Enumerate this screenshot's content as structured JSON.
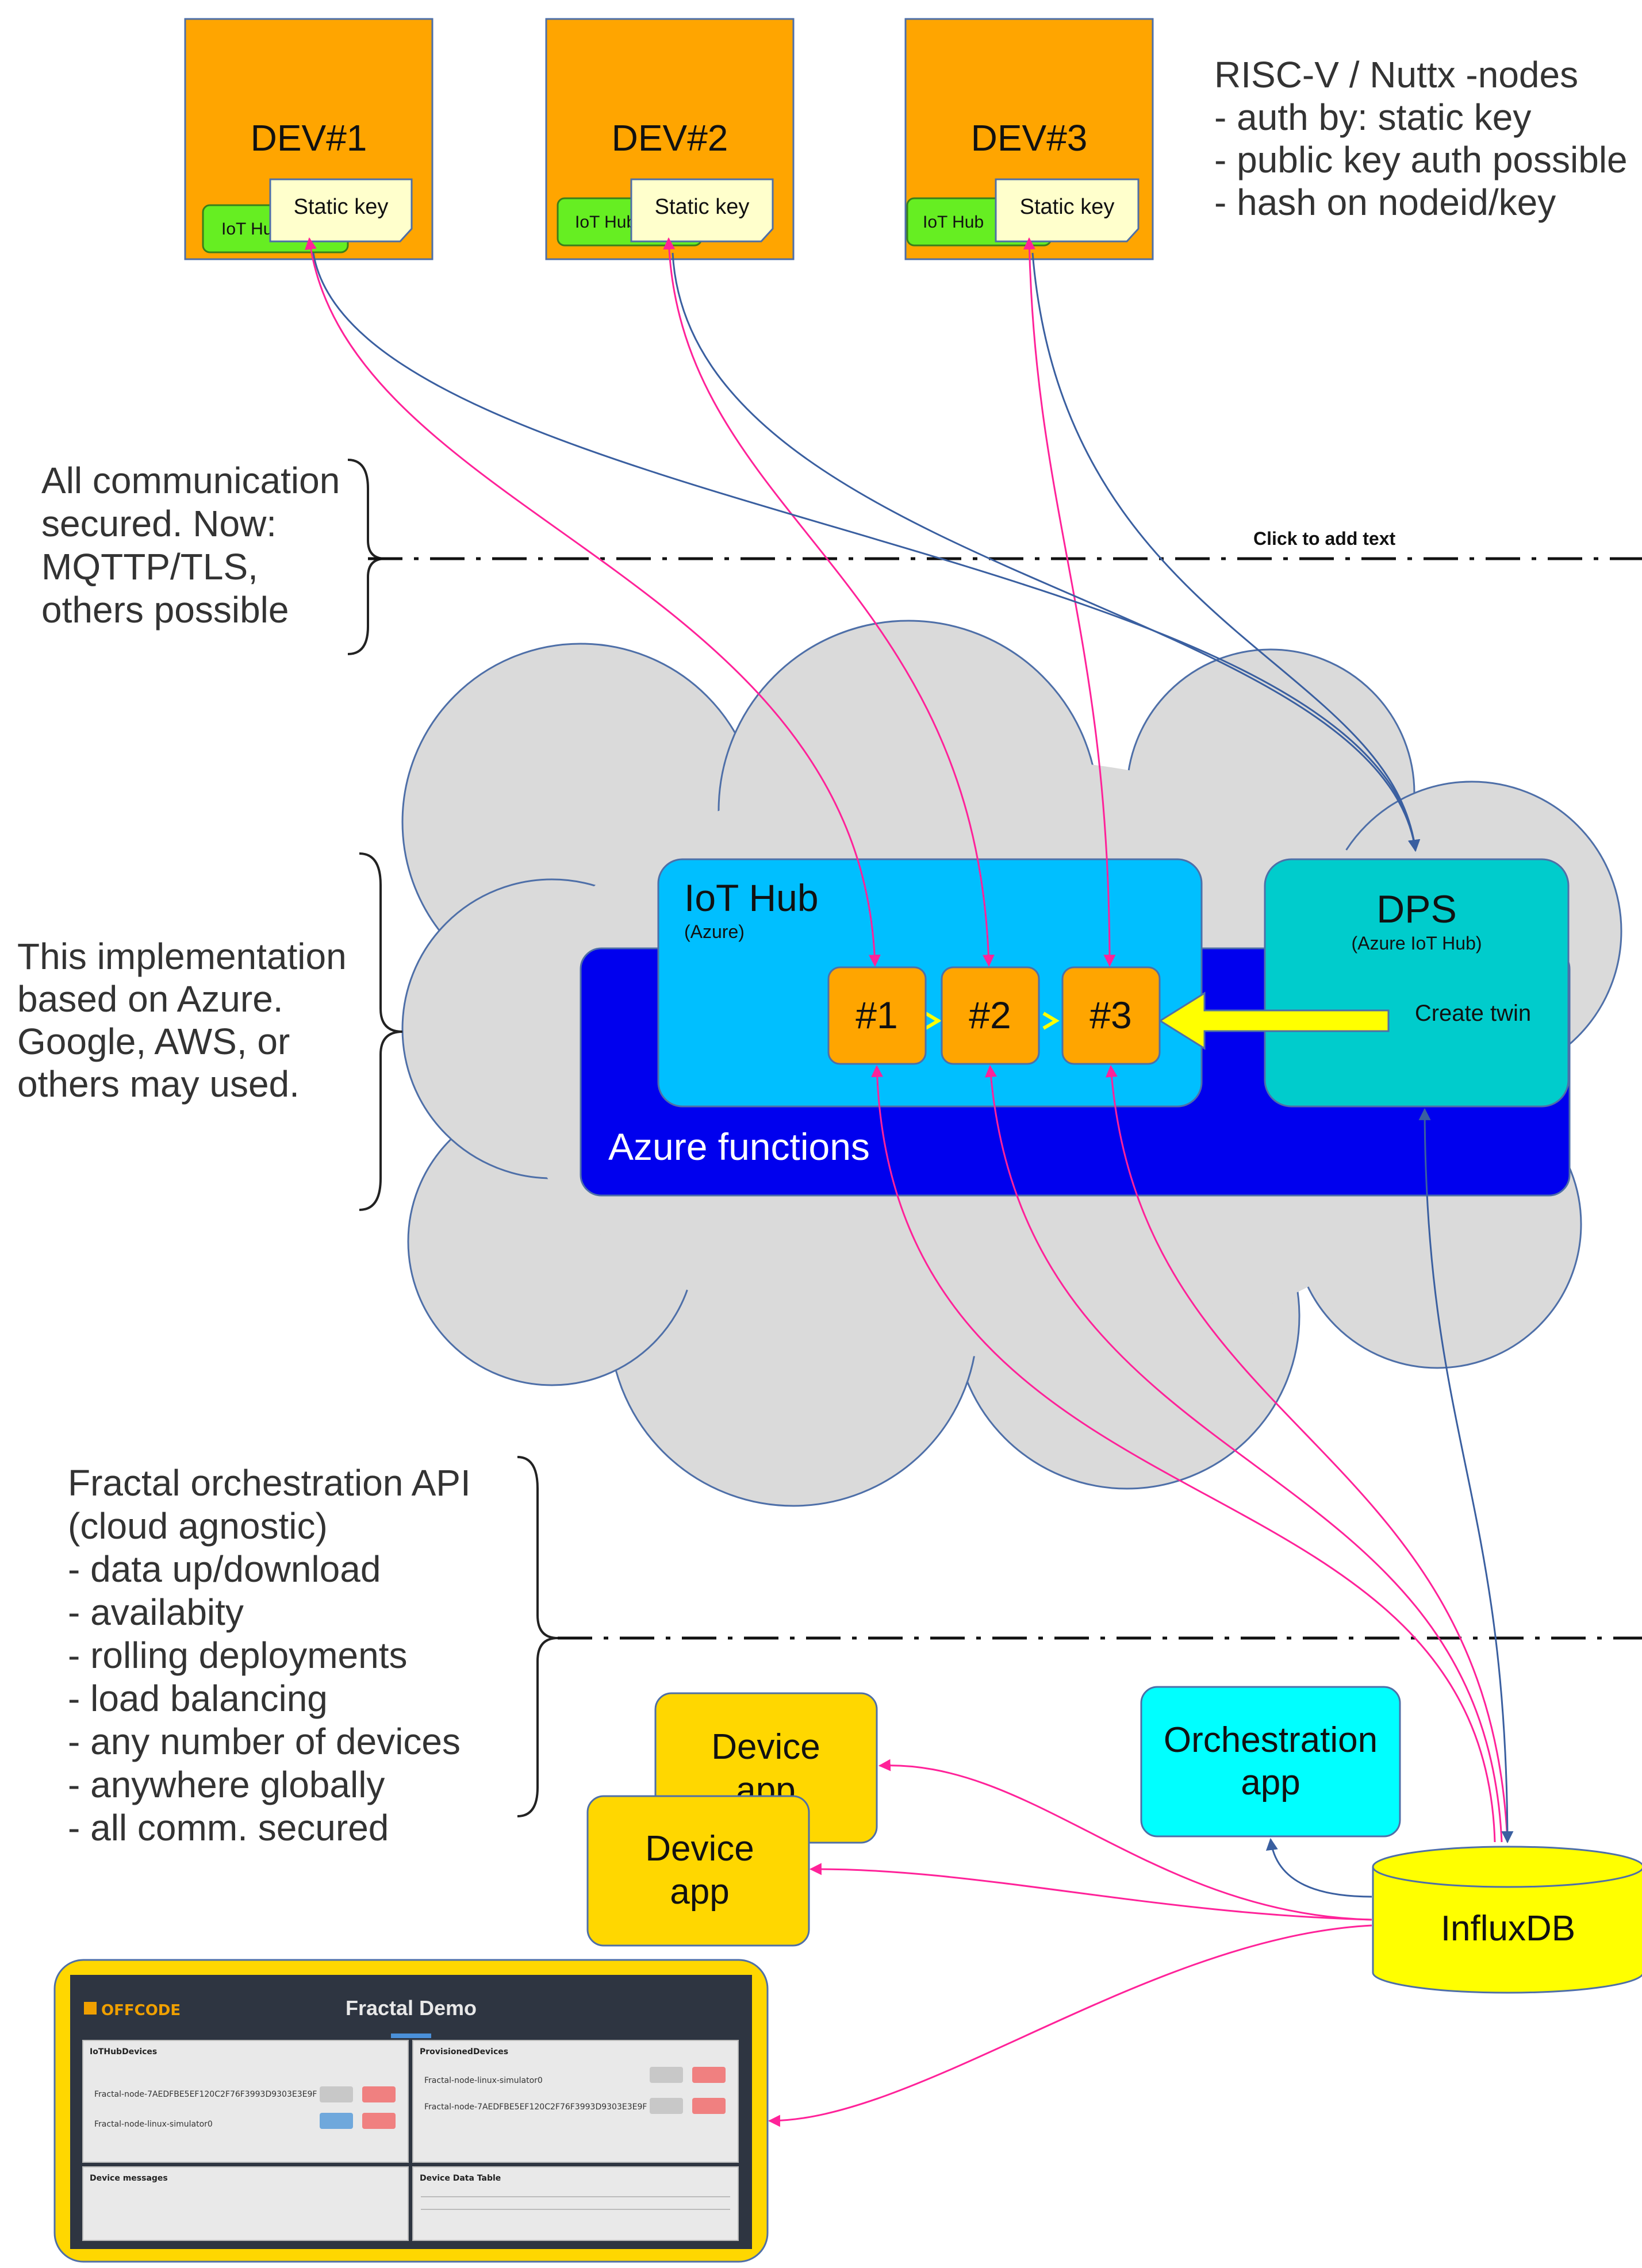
{
  "devices": [
    {
      "name": "DEV#1",
      "key_label": "Static key",
      "hub_label": "IoT Hub"
    },
    {
      "name": "DEV#2",
      "key_label": "Static key",
      "hub_label": "IoT Hub"
    },
    {
      "name": "DEV#3",
      "key_label": "Static key",
      "hub_label": "IoT Hub"
    }
  ],
  "nodes_note": {
    "lines": [
      "RISC-V / Nuttx -nodes",
      "- auth by: static key",
      "- public key auth possible",
      "- hash on nodeid/key"
    ]
  },
  "comm_note": {
    "lines": [
      "All communication",
      "secured. Now:",
      "MQTTP/TLS,",
      "others possible"
    ]
  },
  "placeholder_text": "Click to add text",
  "azure_note": {
    "lines": [
      "This implementation",
      "based on Azure.",
      "Google, AWS, or",
      "others may used."
    ]
  },
  "iot_hub": {
    "title": "IoT Hub",
    "subtitle": "(Azure)",
    "twins": [
      "#1",
      "#2",
      "#3"
    ]
  },
  "dps": {
    "title": "DPS",
    "subtitle": "(Azure IoT Hub)",
    "action": "Create twin"
  },
  "azure_functions": {
    "label": "Azure functions"
  },
  "fractal_note": {
    "lines": [
      "Fractal orchestration API",
      "(cloud agnostic)",
      "- data up/download",
      "- availabity",
      "- rolling deployments",
      "- load balancing",
      "- any number of devices",
      "- anywhere globally",
      "- all comm. secured"
    ]
  },
  "device_app_back": {
    "line1": "Device",
    "line2": "app"
  },
  "device_app_front": {
    "line1": "Device",
    "line2": "app"
  },
  "orchestration_app": {
    "line1": "Orchestration",
    "line2": "app"
  },
  "database": {
    "label": "InfluxDB"
  },
  "dashboard": {
    "logo": "OFFCODE",
    "title": "Fractal Demo",
    "iot_panel": {
      "title": "IoTHubDevices",
      "items": [
        "Fractal-node-7AEDFBE5EF120C2F76F3993D9303E3E9F",
        "Fractal-node-linux-simulator0"
      ]
    },
    "prov_panel": {
      "title": "ProvisionedDevices",
      "items": [
        "Fractal-node-linux-simulator0",
        "Fractal-node-7AEDFBE5EF120C2F76F3993D9303E3E9F"
      ]
    },
    "messages_panel": {
      "title": "Device messages"
    },
    "table_panel": {
      "title": "Device Data Table"
    }
  },
  "colors": {
    "device_orange": "#FFA500",
    "hub_green": "#66EE22",
    "note_yellow": "#FFFFCC",
    "cloud_gray": "#DADADA",
    "iot_hub_blue": "#00BFFF",
    "azure_blue": "#0000EE",
    "dps_teal": "#00CCCC",
    "arrow_yellow": "#FFFF00",
    "app_yellow": "#FFD700",
    "orch_cyan": "#00FFFF",
    "db_yellow": "#FFFF00",
    "link_magenta": "#FF2299",
    "link_blue": "#3A5FA0"
  }
}
